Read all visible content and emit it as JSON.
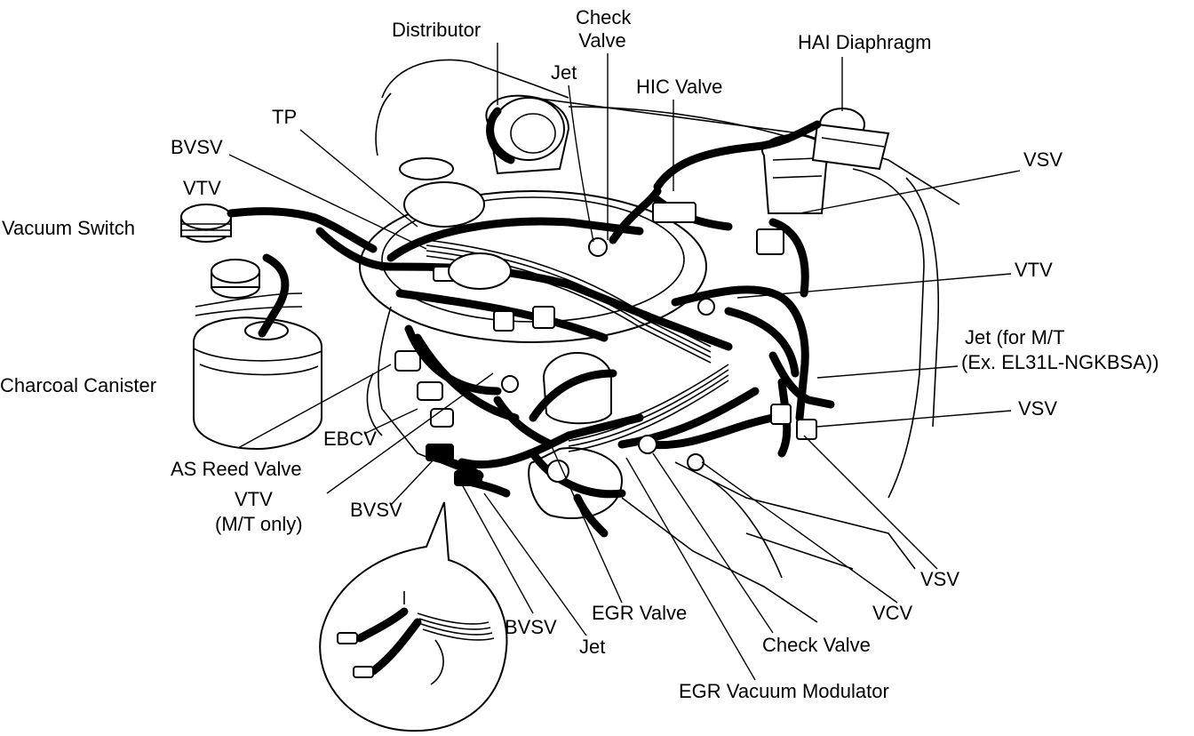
{
  "labels": {
    "distributor": "Distributor",
    "check_valve_top_1": "Check",
    "check_valve_top_2": "Valve",
    "jet_top": "Jet",
    "hic_valve": "HIC Valve",
    "hai_diaphragm": "HAI Diaphragm",
    "tp": "TP",
    "bvsv_top": "BVSV",
    "vtv_left": "VTV",
    "vacuum_switch": "Vacuum Switch",
    "vsv_top": "VSV",
    "vtv_right": "VTV",
    "jet_mt_1": "Jet (for M/T",
    "jet_mt_2": "(Ex. EL31L-NGKBSA))",
    "charcoal_canister": "Charcoal Canister",
    "vsv_middle": "VSV",
    "ebcv": "EBCV",
    "as_reed_valve": "AS Reed Valve",
    "vtv_mt_1": "VTV",
    "vtv_mt_2": "(M/T only)",
    "bvsv_mid": "BVSV",
    "bvsv_bottom": "BVSV",
    "jet_bottom": "Jet",
    "egr_valve": "EGR Valve",
    "check_valve_bottom": "Check Valve",
    "vcv": "VCV",
    "vsv_bottom": "VSV",
    "egr_vacuum_modulator": "EGR Vacuum Modulator"
  }
}
